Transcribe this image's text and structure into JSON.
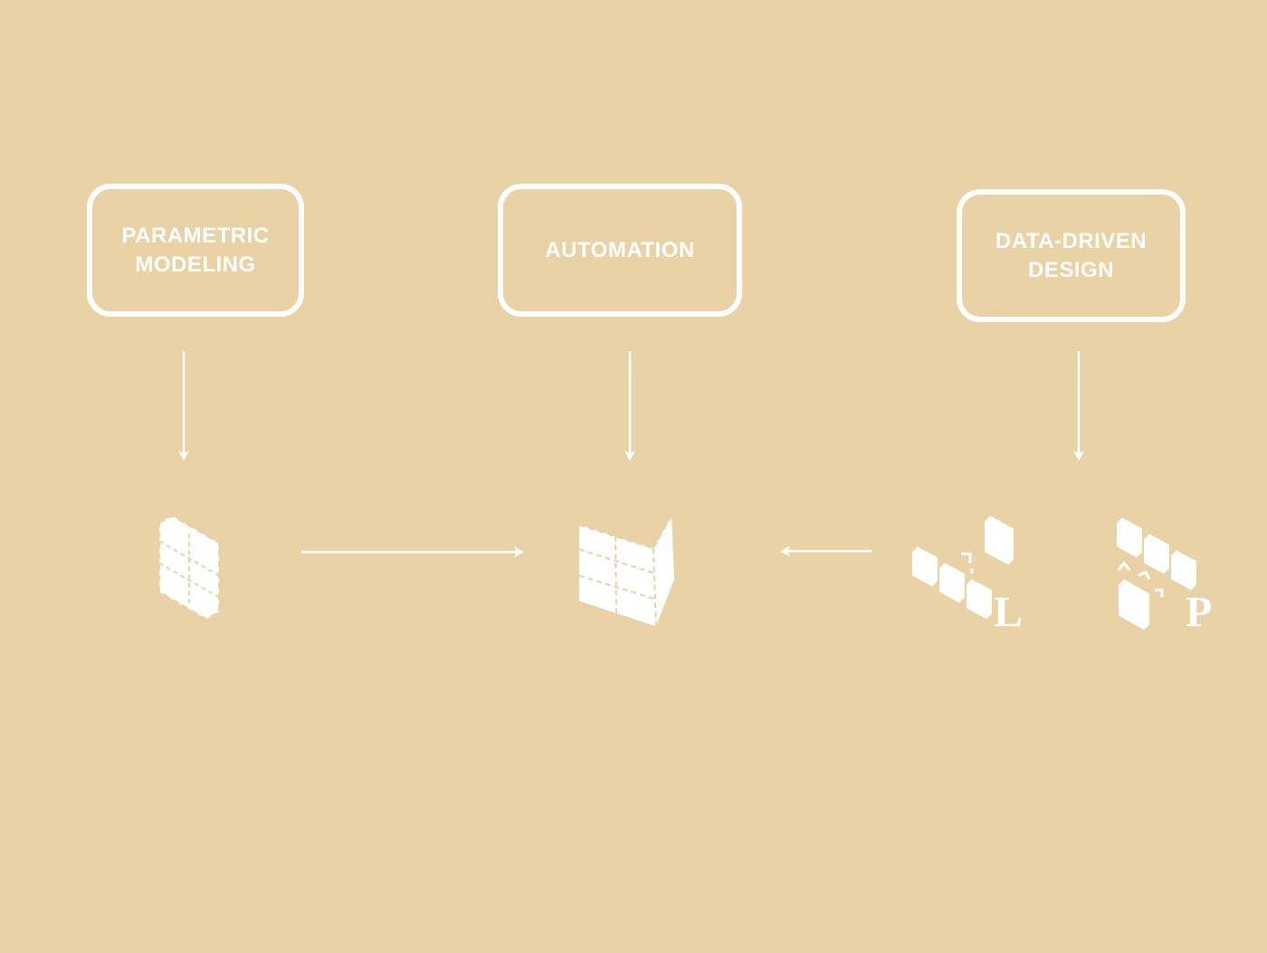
{
  "concepts": {
    "parametric": {
      "line1": "PARAMETRIC",
      "line2": "MODELING"
    },
    "automation": {
      "line1": "AUTOMATION"
    },
    "data_driven": {
      "line1": "DATA-DRIVEN",
      "line2": "DESIGN"
    }
  },
  "glyphs": {
    "left_letter": "L",
    "right_letter": "P"
  },
  "colors": {
    "background": "#e9d2a5",
    "foreground": "#ffffff"
  },
  "icons": {
    "parametric": "parametric-panel-icon",
    "automation": "automated-folded-panel-icon",
    "data_driven": "data-blocks-icon"
  }
}
